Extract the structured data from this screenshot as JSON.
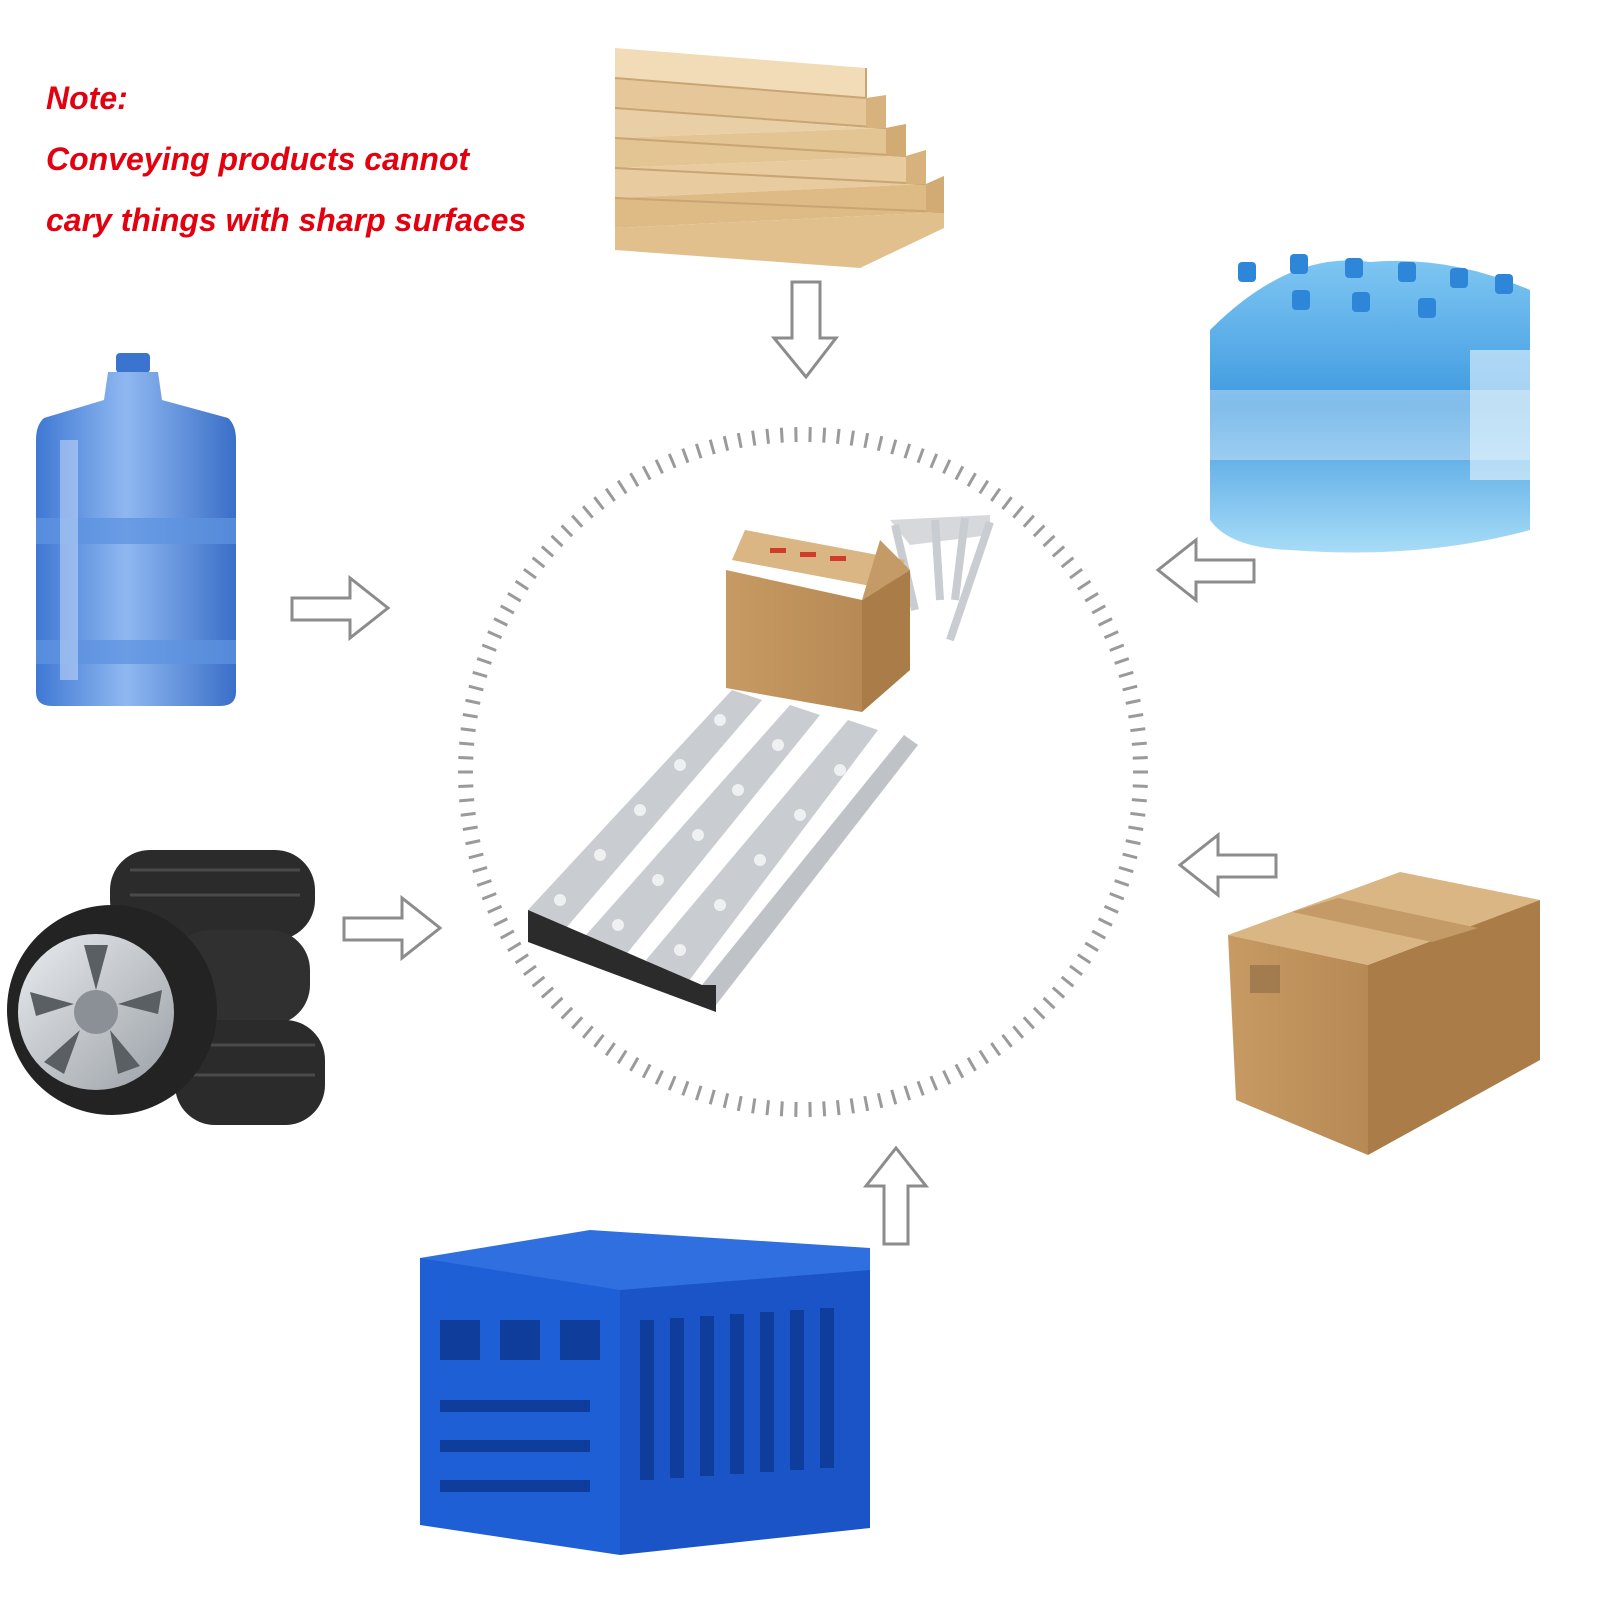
{
  "note": {
    "heading": "Note:",
    "line1": "Conveying products cannot",
    "line2": "cary things with sharp surfaces"
  },
  "colors": {
    "note_text": "#e3000f",
    "arrow_stroke": "#8c8c8c",
    "dial_ticks": "#9a9a9a",
    "rail": "#c9ccd0",
    "cardboard": "#c8a06a",
    "crate_blue": "#1f5fd6",
    "bottle_blue": "#4f8ce0",
    "tire": "#2b2b2b",
    "wood": "#e6c79a"
  },
  "items": [
    {
      "id": "wood-boards",
      "icon": "wood-boards-icon"
    },
    {
      "id": "water-bottle-pack",
      "icon": "water-bottle-pack-icon"
    },
    {
      "id": "water-jug",
      "icon": "water-jug-icon"
    },
    {
      "id": "tire-stack",
      "icon": "tire-stack-icon"
    },
    {
      "id": "cardboard-box",
      "icon": "cardboard-box-icon"
    },
    {
      "id": "plastic-crate",
      "icon": "plastic-crate-icon"
    }
  ],
  "center": {
    "icon": "roller-conveyor-icon"
  }
}
